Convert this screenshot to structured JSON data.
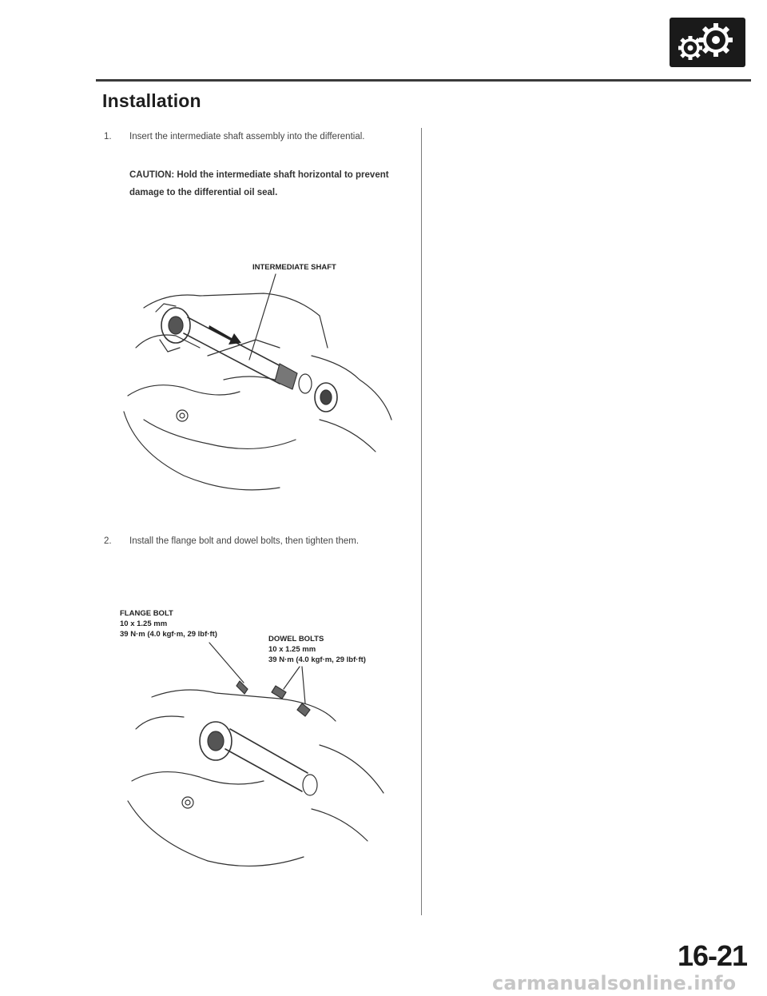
{
  "section": {
    "title": "Installation",
    "icon": "gears-icon"
  },
  "steps": [
    {
      "number": "1.",
      "text": "Insert the intermediate shaft assembly into the differential.",
      "caution": "CAUTION: Hold the intermediate shaft horizontal to prevent damage to the differential oil seal."
    },
    {
      "number": "2.",
      "text": "Install the flange bolt and dowel bolts, then tighten them."
    }
  ],
  "figure1": {
    "label": "INTERMEDIATE SHAFT"
  },
  "figure2": {
    "flange_bolt": {
      "name": "FLANGE BOLT",
      "size": "10 x 1.25 mm",
      "torque": "39 N·m (4.0 kgf·m, 29 lbf·ft)"
    },
    "dowel_bolts": {
      "name": "DOWEL BOLTS",
      "size": "10 x 1.25 mm",
      "torque": "39 N·m (4.0 kgf·m, 29 lbf·ft)"
    }
  },
  "page_number": "16-21",
  "watermark": "carmanualsonline.info",
  "colors": {
    "text": "#444444",
    "rule": "#3a3a3a",
    "icon_bg": "#1a1a1a"
  }
}
